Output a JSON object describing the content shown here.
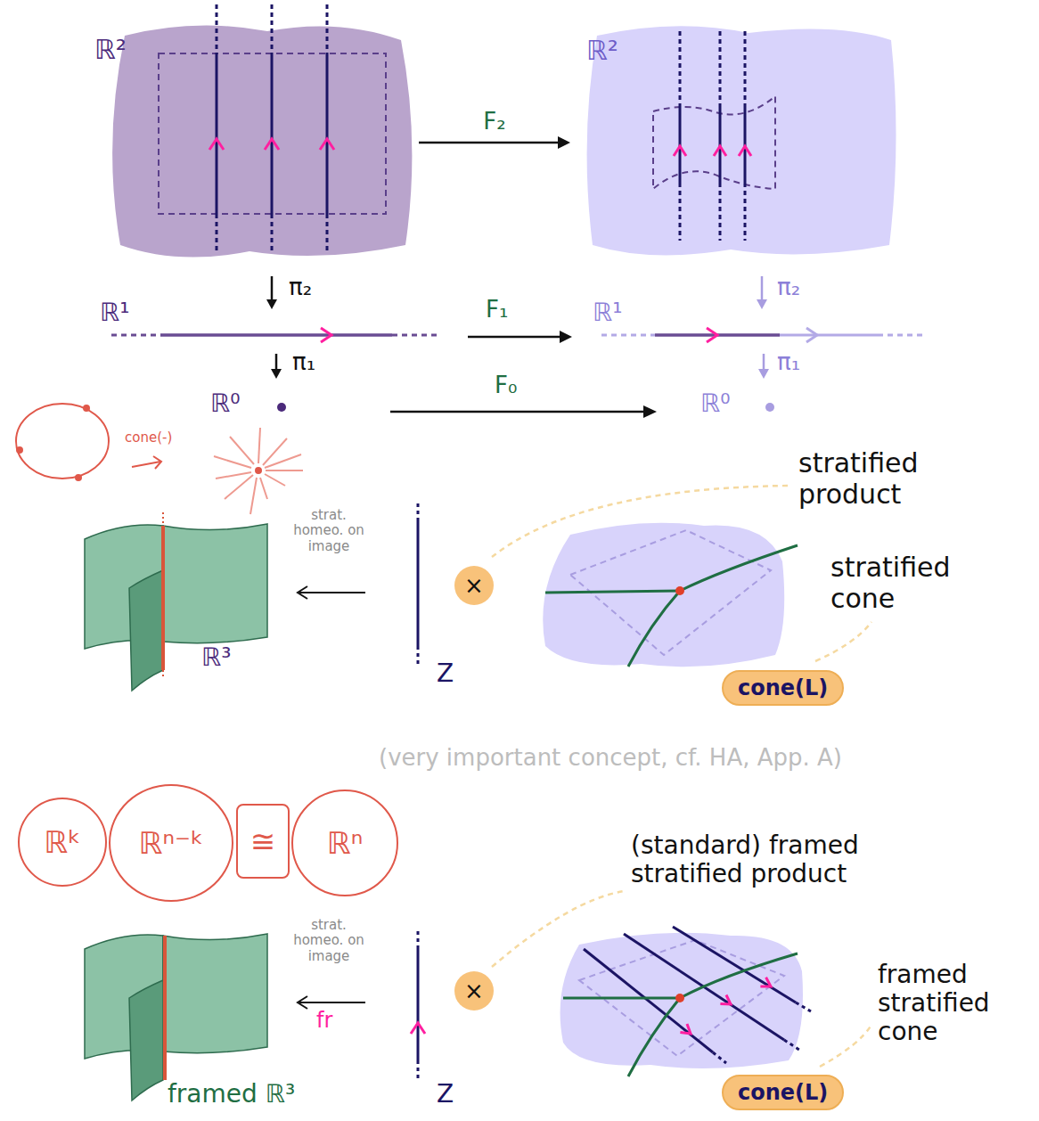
{
  "diagram": {
    "nodes": [
      {
        "text": [
          "ℝ²"
        ]
      },
      {
        "text": [
          "ℝ²"
        ]
      },
      {
        "text": [
          "×"
        ]
      },
      {
        "text": [
          "cone(L)"
        ]
      },
      {
        "text": [
          "ℝᵏ"
        ]
      },
      {
        "text": [
          "ℝⁿ⁻ᵏ"
        ]
      },
      {
        "text": [
          "≅"
        ]
      },
      {
        "text": [
          "ℝⁿ"
        ]
      },
      {
        "text": [
          "×"
        ]
      },
      {
        "text": [
          "cone(L)"
        ]
      }
    ],
    "edges": [
      {
        "from": 0,
        "to": 1,
        "label": "F₂",
        "arrow": "to"
      }
    ],
    "labels": [
      "π₂",
      "π₁",
      "ℝ¹",
      "F₁",
      "ℝ¹",
      "π₂",
      "π₁",
      "ℝ⁰",
      "F₀",
      "ℝ⁰",
      "cone(-)",
      "strat. homeo. on image",
      "ℝ³",
      "Z",
      "stratified product",
      "stratified cone",
      "(very important concept, cf. HA, App. A)",
      "(standard) framed stratified product",
      "framed stratified cone",
      "strat. homeo. on image",
      "fr",
      "framed ℝ³",
      "Z"
    ]
  }
}
